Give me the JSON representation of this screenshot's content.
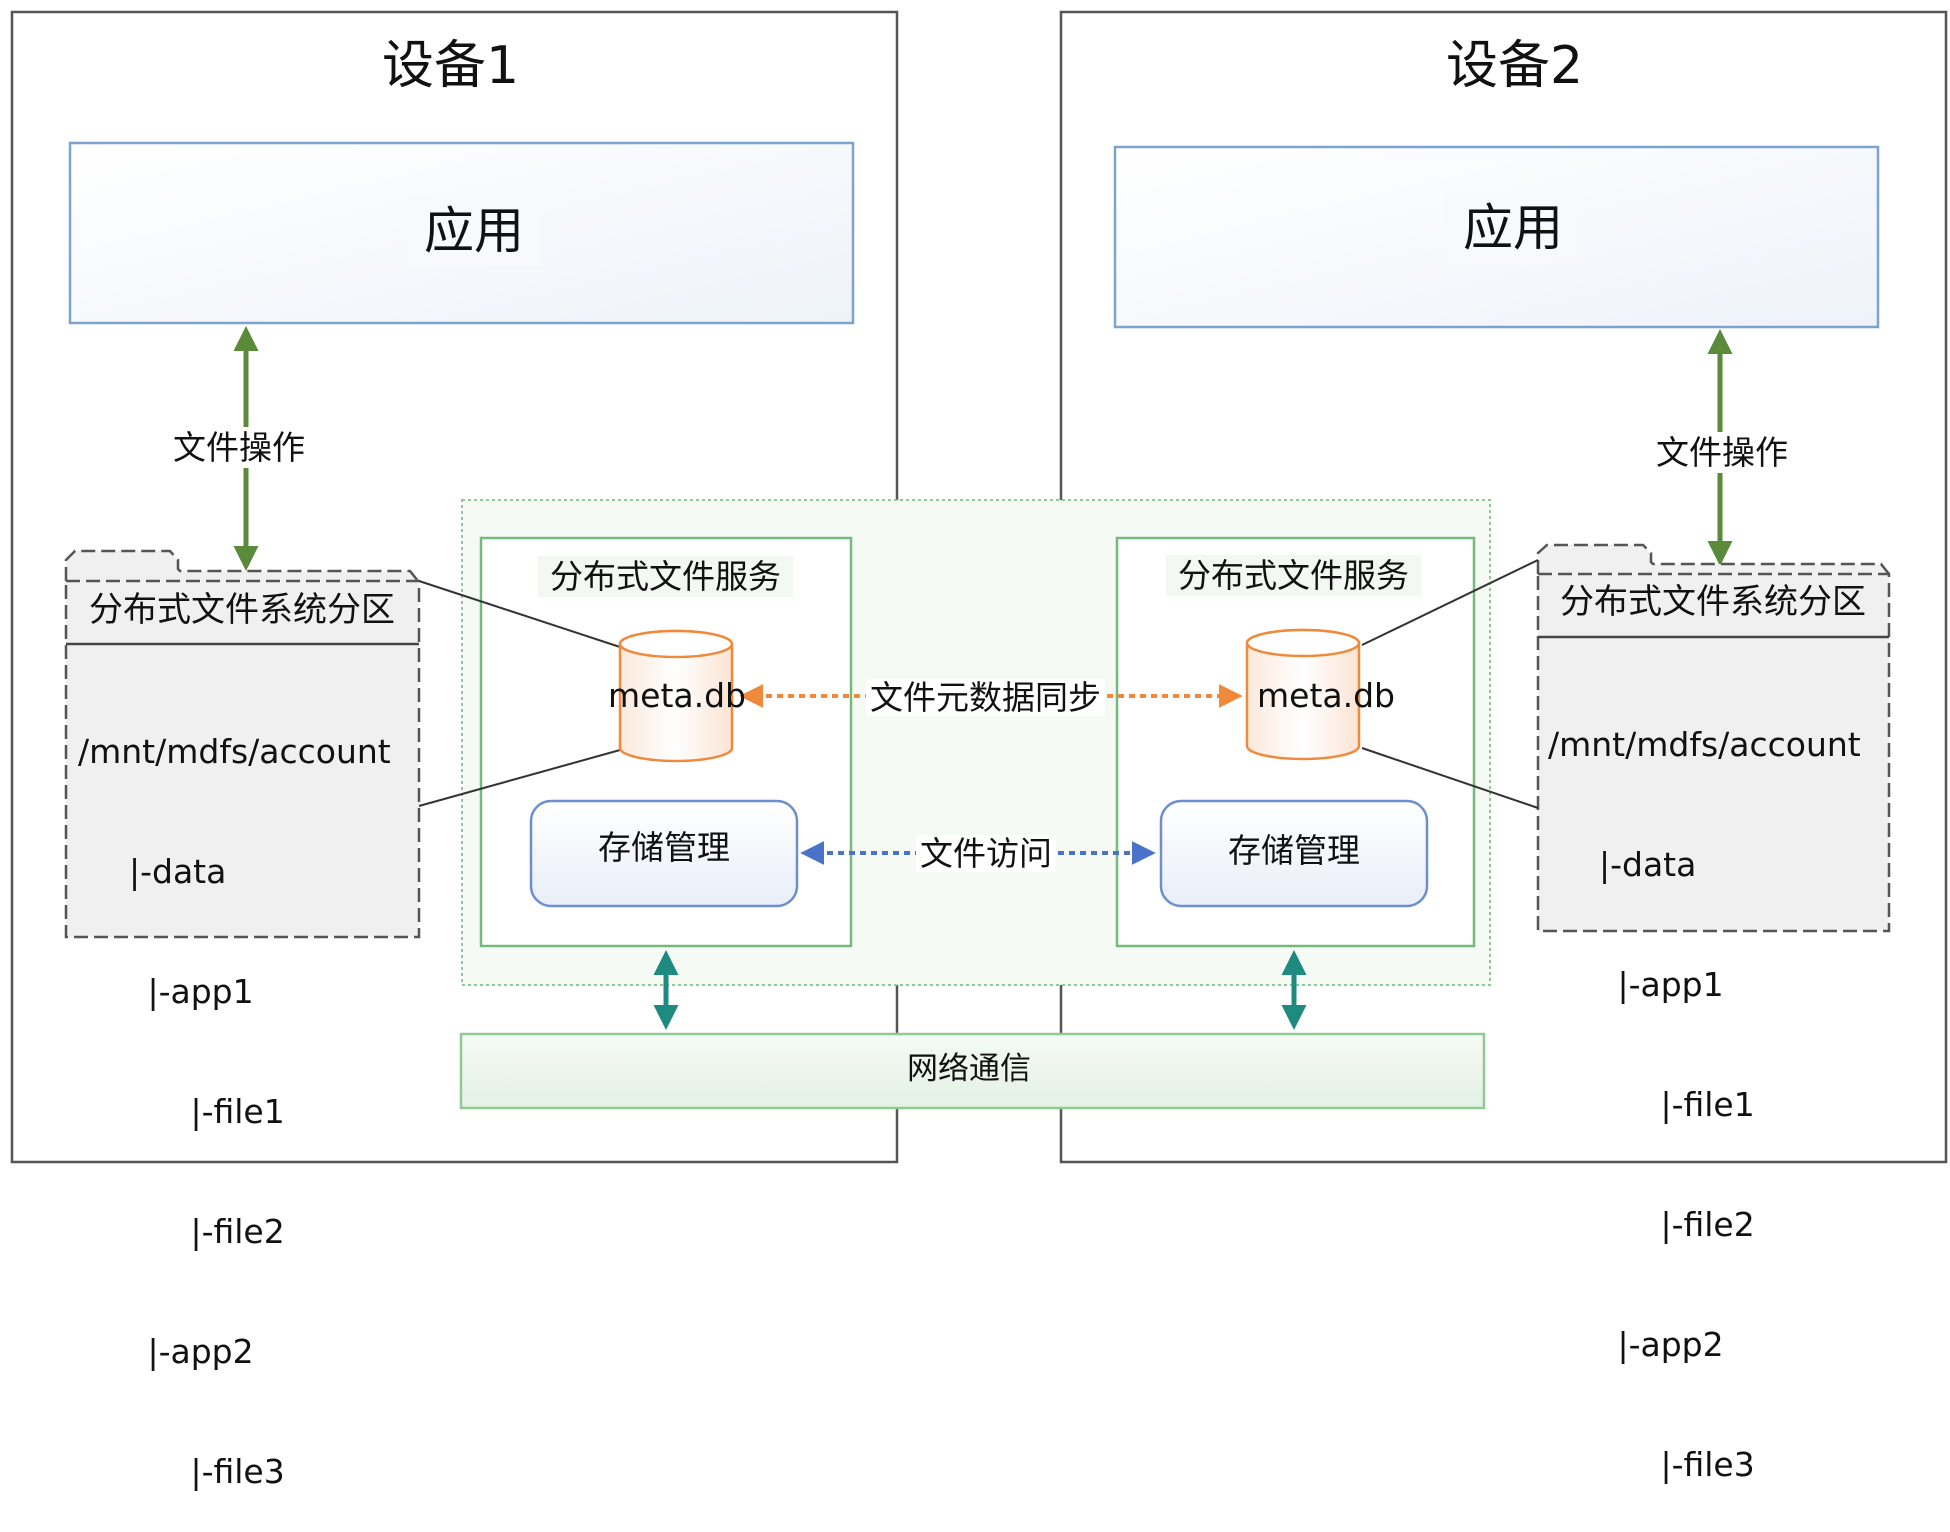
{
  "devices": [
    {
      "title": "设备1",
      "app_label": "应用",
      "file_op_label": "文件操作",
      "partition": {
        "title": "分布式文件系统分区",
        "paths": [
          "/mnt/mdfs/account",
          "  |-data",
          "   |-app1",
          "     |-file1",
          "     |-file2",
          "   |-app2",
          "     |-file3"
        ]
      },
      "service": {
        "title": "分布式文件服务",
        "db_label": "meta.db",
        "storage_label": "存储管理"
      }
    },
    {
      "title": "设备2",
      "app_label": "应用",
      "file_op_label": "文件操作",
      "partition": {
        "title": "分布式文件系统分区",
        "paths": [
          "/mnt/mdfs/account",
          "  |-data",
          "   |-app1",
          "     |-file1",
          "     |-file2",
          "   |-app2",
          "     |-file3"
        ]
      },
      "service": {
        "title": "分布式文件服务",
        "db_label": "meta.db",
        "storage_label": "存储管理"
      }
    }
  ],
  "metadata_sync_label": "文件元数据同步",
  "file_access_label": "文件访问",
  "network_label": "网络通信",
  "colors": {
    "device_border": "#555555",
    "app_border": "#7fa3cf",
    "partition_border": "#555555",
    "service_border": "#76b97e",
    "cylinder_stroke": "#ef8a3c",
    "sync_arrow": "#ef8a3c",
    "access_arrow": "#4a72c8",
    "file_op_arrow": "#5a8a3a",
    "network_arrow": "#1f8a80"
  }
}
